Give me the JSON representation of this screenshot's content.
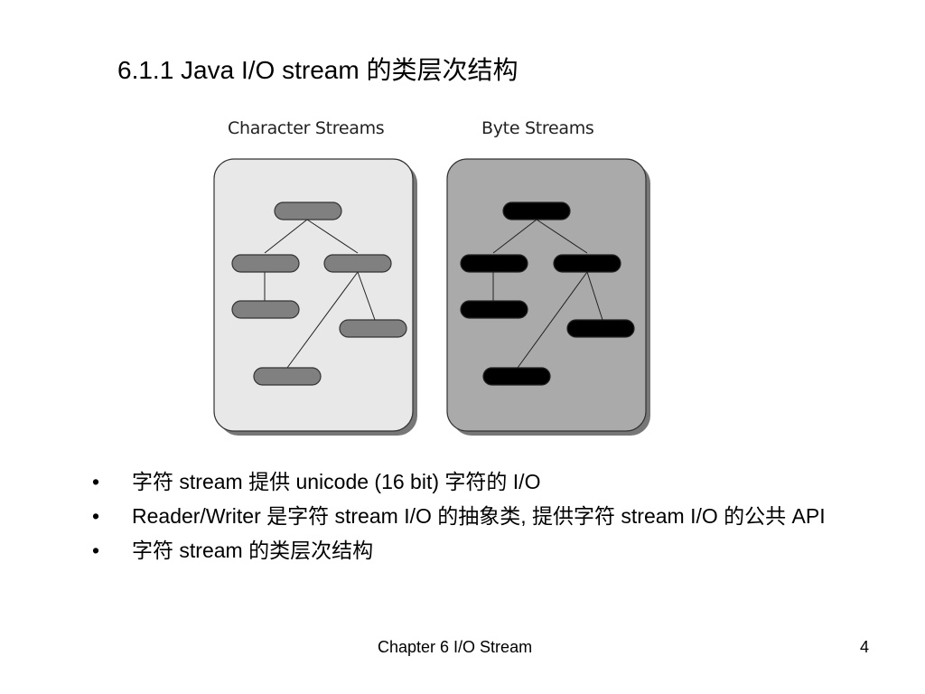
{
  "slide": {
    "title": "6.1.1 Java I/O stream 的类层次结构"
  },
  "diagram": {
    "char_caption": "Character Streams",
    "byte_caption": "Byte Streams",
    "colors": {
      "char_panel_fill": "#e8e8e8",
      "char_node_fill": "#808080",
      "byte_panel_fill": "#aaaaaa",
      "byte_node_fill": "#000000",
      "panel_shadow": "#777777"
    }
  },
  "bullets": [
    {
      "marker": "•",
      "text": "字符 stream 提供 unicode (16 bit) 字符的 I/O"
    },
    {
      "marker": "•",
      "text": "Reader/Writer 是字符 stream I/O 的抽象类, 提供字符 stream I/O 的公共 API"
    },
    {
      "marker": "•",
      "text": "字符 stream 的类层次结构"
    }
  ],
  "footer": {
    "chapter": "Chapter 6 I/O Stream",
    "page_number": "4"
  }
}
